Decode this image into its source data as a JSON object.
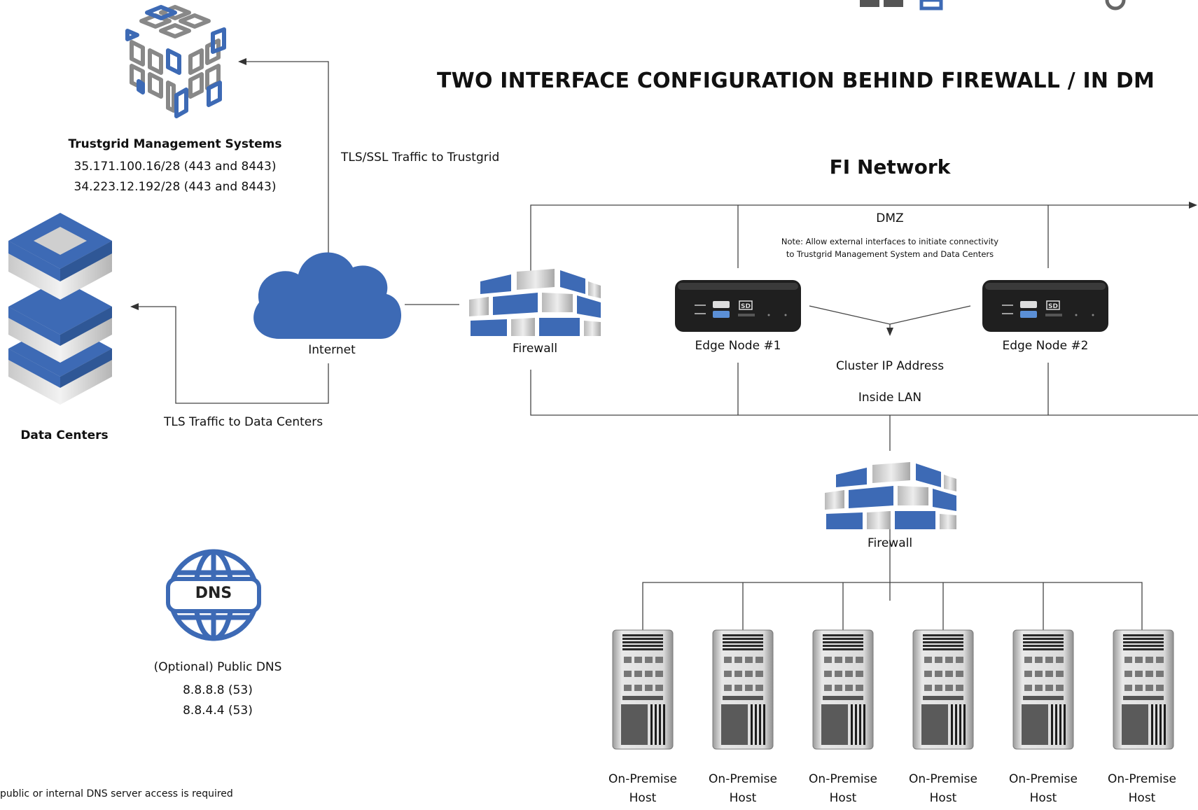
{
  "header": {
    "title": "TWO INTERFACE CONFIGURATION BEHIND FIREWALL / IN DM",
    "network_title": "FI Network"
  },
  "trustgrid": {
    "name": "Trustgrid Management Systems",
    "addresses": [
      "35.171.100.16/28 (443 and 8443)",
      "34.223.12.192/28 (443 and 8443)"
    ]
  },
  "data_centers": {
    "name": "Data Centers"
  },
  "internet": {
    "label": "Internet"
  },
  "links": {
    "tls_ssl": "TLS/SSL Traffic to Trustgrid",
    "tls_dc": "TLS Traffic to Data Centers"
  },
  "firewall_outer": {
    "label": "Firewall"
  },
  "firewall_inner": {
    "label": "Firewall"
  },
  "dmz": {
    "label": "DMZ",
    "note_line1": "Note: Allow external interfaces to initiate connectivity",
    "note_line2": "to Trustgrid Management System and Data Centers"
  },
  "edge_nodes": [
    {
      "label": "Edge Node #1"
    },
    {
      "label": "Edge Node #2"
    }
  ],
  "cluster": {
    "label": "Cluster IP Address"
  },
  "inside_lan": {
    "label": "Inside LAN"
  },
  "dns": {
    "icon_text": "DNS",
    "label": "(Optional) Public DNS",
    "servers": [
      "8.8.8.8 (53)",
      "8.8.4.4 (53)"
    ]
  },
  "hosts": [
    {
      "line1": "On-Premise",
      "line2": "Host"
    },
    {
      "line1": "On-Premise",
      "line2": "Host"
    },
    {
      "line1": "On-Premise",
      "line2": "Host"
    },
    {
      "line1": "On-Premise",
      "line2": "Host"
    },
    {
      "line1": "On-Premise",
      "line2": "Host"
    },
    {
      "line1": "On-Premise",
      "line2": "Host"
    }
  ],
  "footnotes": {
    "line1": "public or internal DNS server access is required"
  },
  "colors": {
    "accent_blue": "#3d6ab5",
    "line": "#444444",
    "grey": "#8c8c8c"
  }
}
